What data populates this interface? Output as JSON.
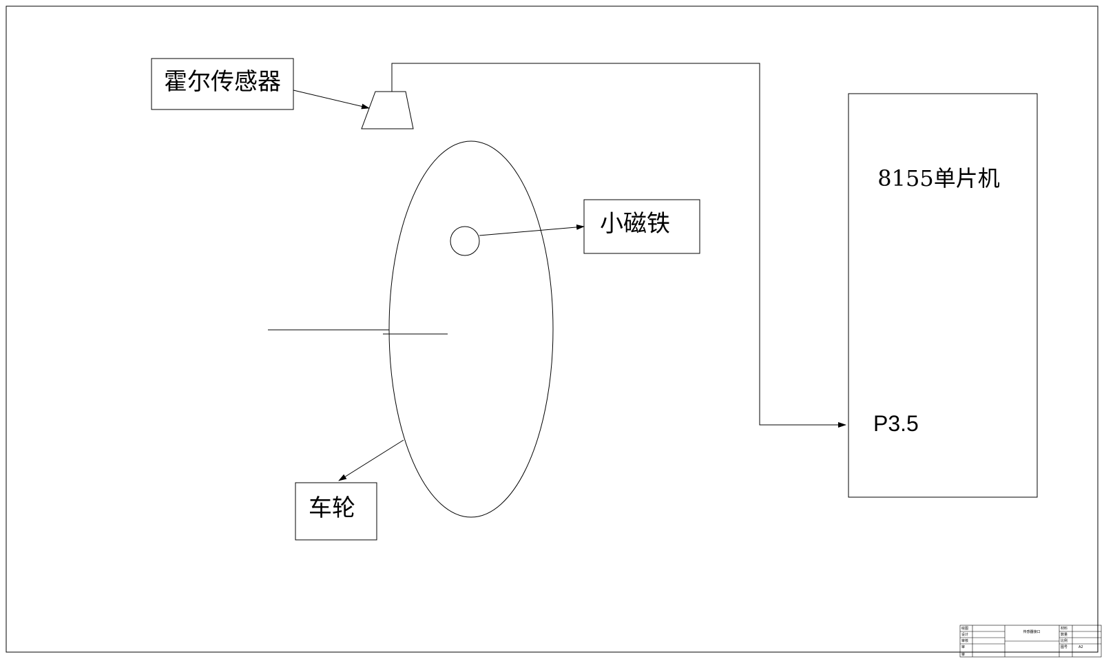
{
  "diagram": {
    "hall_sensor_label": "霍尔传感器",
    "magnet_label": "小磁铁",
    "wheel_label": "车轮",
    "mcu_label": "8155单片机",
    "port_label": "P3.5"
  },
  "title_block": {
    "drawn": "绘图",
    "designed": "设计",
    "checked": "审核",
    "approved": "审",
    "drawing_title": "传感器接口",
    "material": "材料",
    "quantity": "数量",
    "scale": "比例",
    "drawing_no": "图号",
    "sheet_size": "A2",
    "extra": "审"
  },
  "colors": {
    "line": "#000000",
    "background": "#ffffff"
  }
}
